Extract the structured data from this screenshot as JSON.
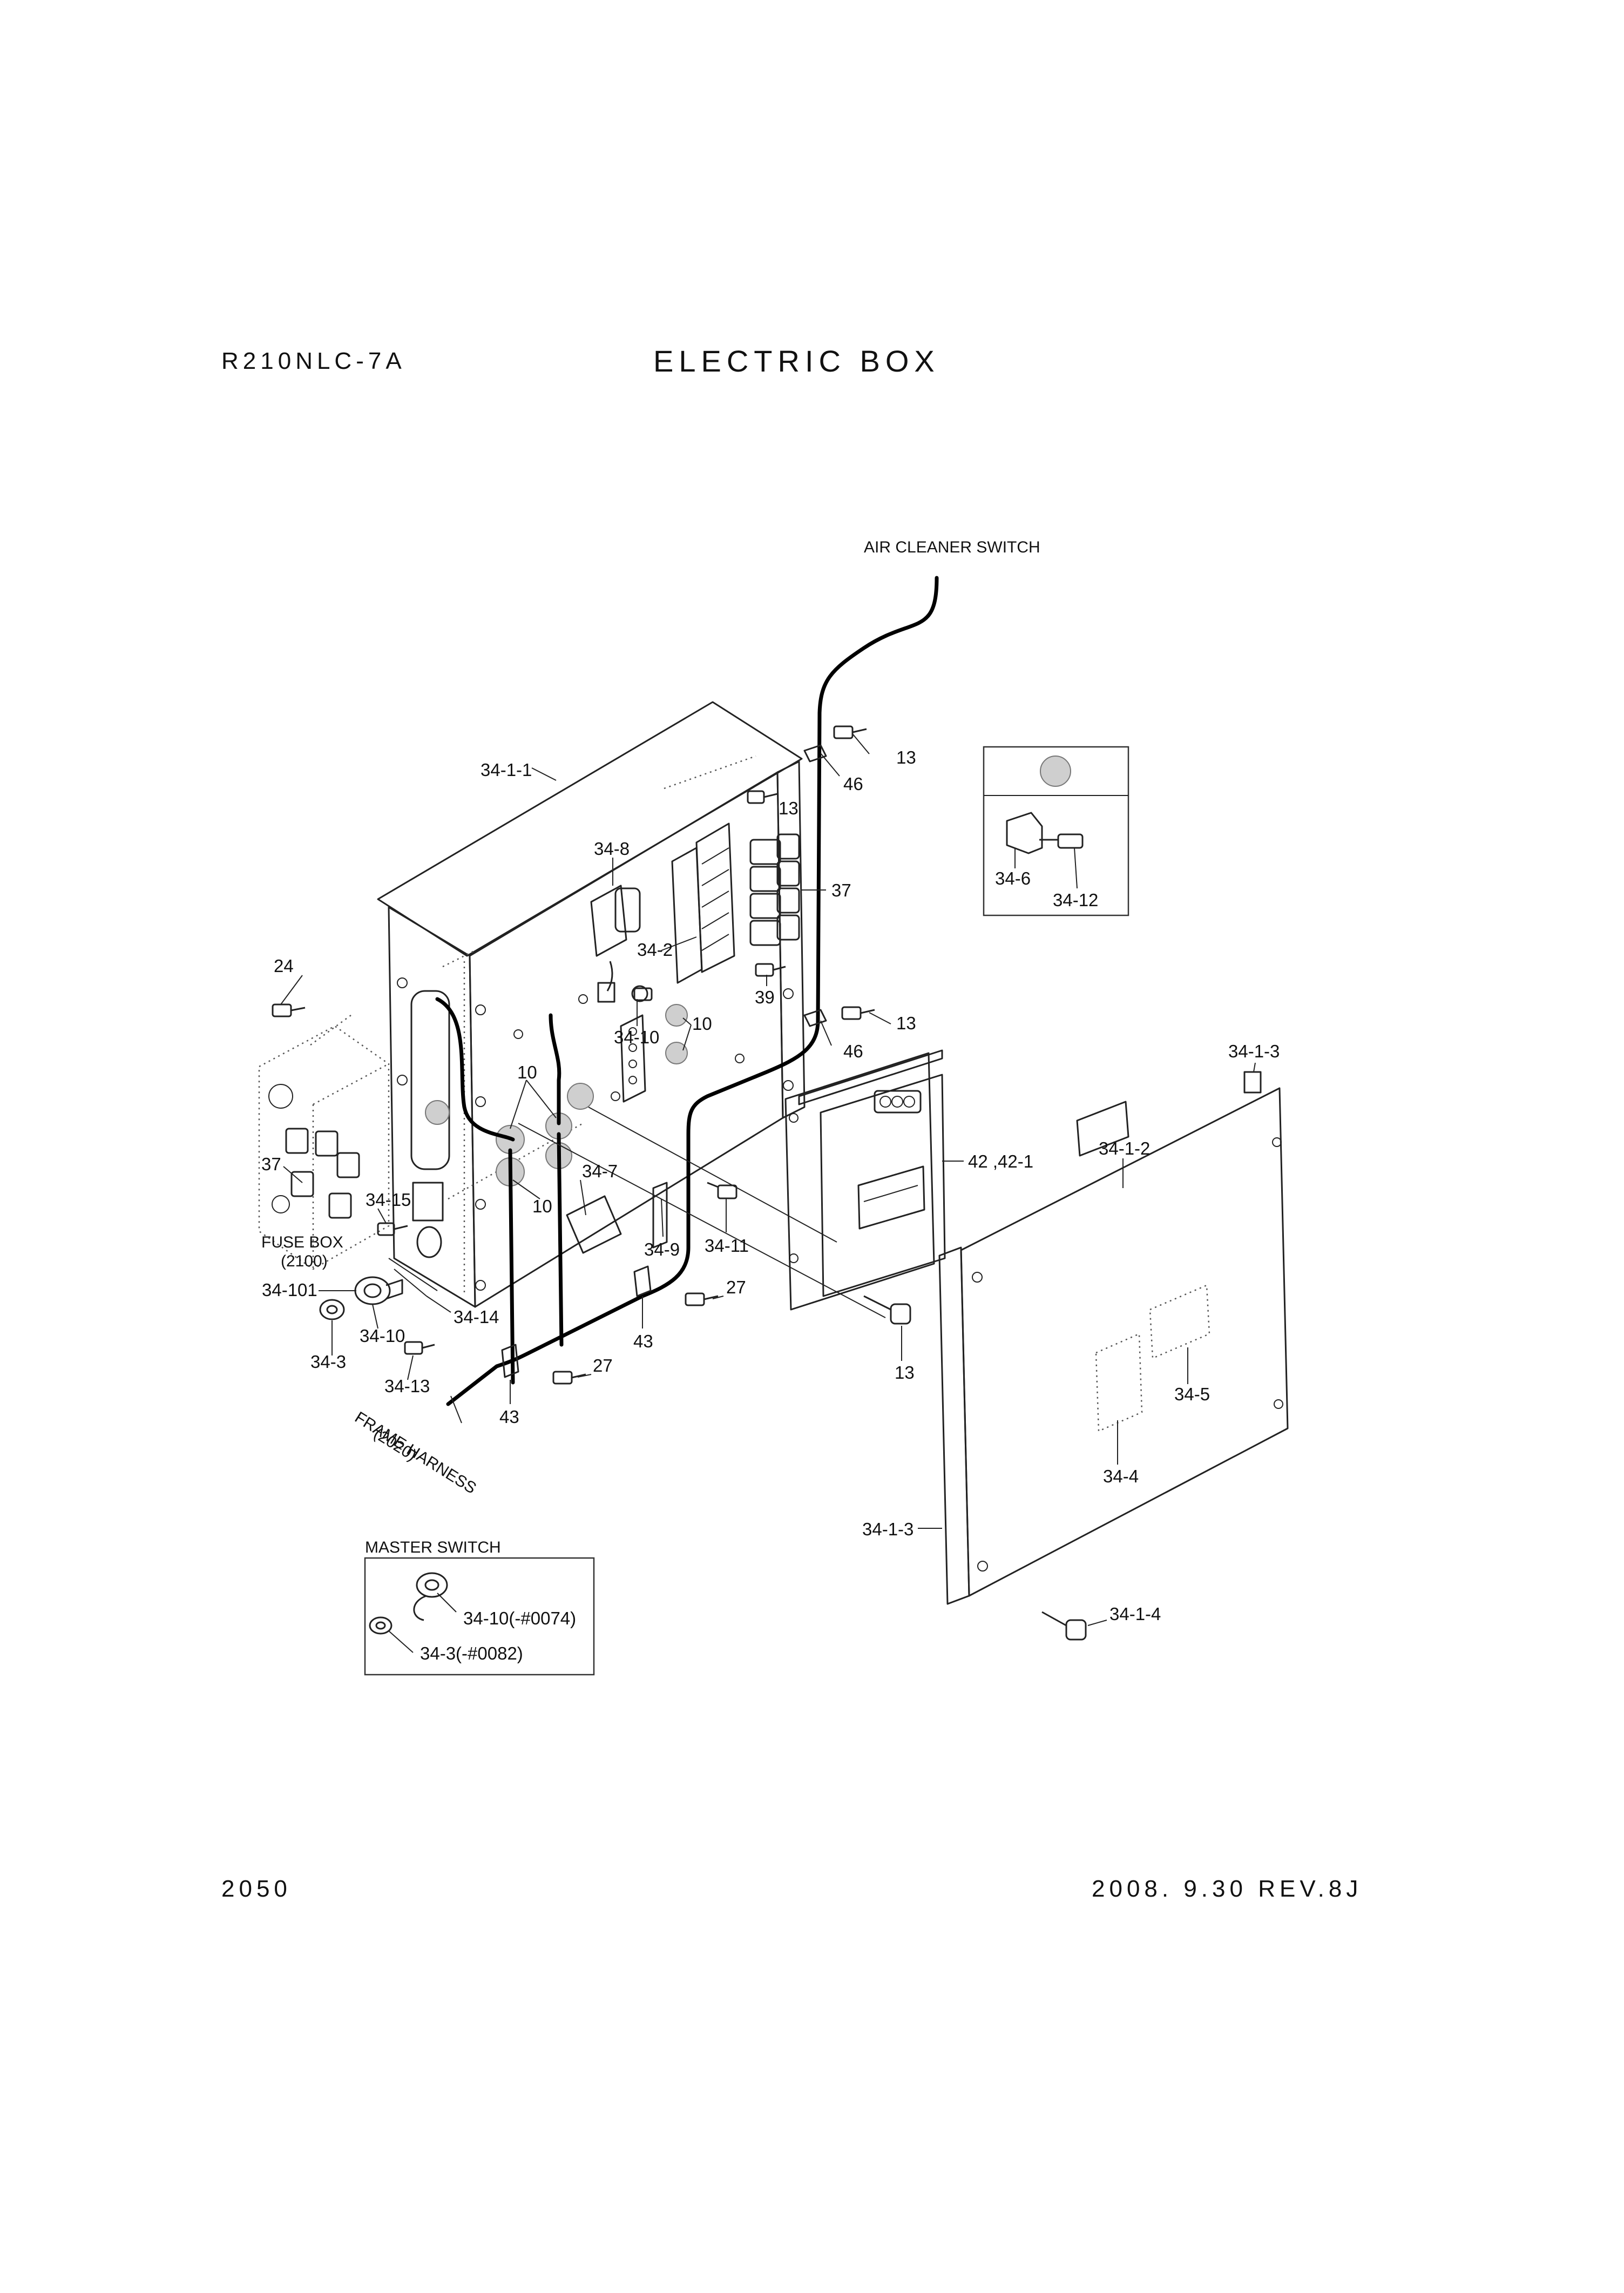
{
  "header": {
    "model": "R210NLC-7A",
    "title": "ELECTRIC BOX"
  },
  "footer": {
    "page_number": "2050",
    "revision": "2008.  9.30   REV.8J"
  },
  "notes": {
    "air_cleaner_switch": "AIR CLEANER SWITCH",
    "fuse_box_line1": "FUSE BOX",
    "fuse_box_line2": "(2100)",
    "frame_harness_line1": "FRAME HARNESS",
    "frame_harness_line2": "(2020)",
    "master_switch_title": "MASTER SWITCH"
  },
  "callouts": {
    "c_34_1_1": "34-1-1",
    "c_34_8": "34-8",
    "c_34_2": "34-2",
    "c_34_10_a": "34-10",
    "c_10_a": "10",
    "c_10_b": "10",
    "c_10_c": "10",
    "c_39": "39",
    "c_37_a": "37",
    "c_37_b": "37",
    "c_13_a": "13",
    "c_13_b": "13",
    "c_13_c": "13",
    "c_13_d": "13",
    "c_46_a": "46",
    "c_46_b": "46",
    "c_24": "24",
    "c_34_7": "34-7",
    "c_34_9": "34-9",
    "c_34_11": "34-11",
    "c_34_15": "34-15",
    "c_34_101": "34-101",
    "c_34_14": "34-14",
    "c_34_10_b": "34-10",
    "c_34_3": "34-3",
    "c_34_13": "34-13",
    "c_27_a": "27",
    "c_27_b": "27",
    "c_43_a": "43",
    "c_43_b": "43",
    "c_42": "42 ,42-1",
    "c_34_1_3_a": "34-1-3",
    "c_34_1_2": "34-1-2",
    "c_34_5": "34-5",
    "c_34_4": "34-4",
    "c_34_1_3_b": "34-1-3",
    "c_34_1_4": "34-1-4",
    "c_34_6": "34-6",
    "c_34_12": "34-12",
    "c_ms_34_10": "34-10(-#0074)",
    "c_ms_34_3": "34-3(-#0082)"
  }
}
